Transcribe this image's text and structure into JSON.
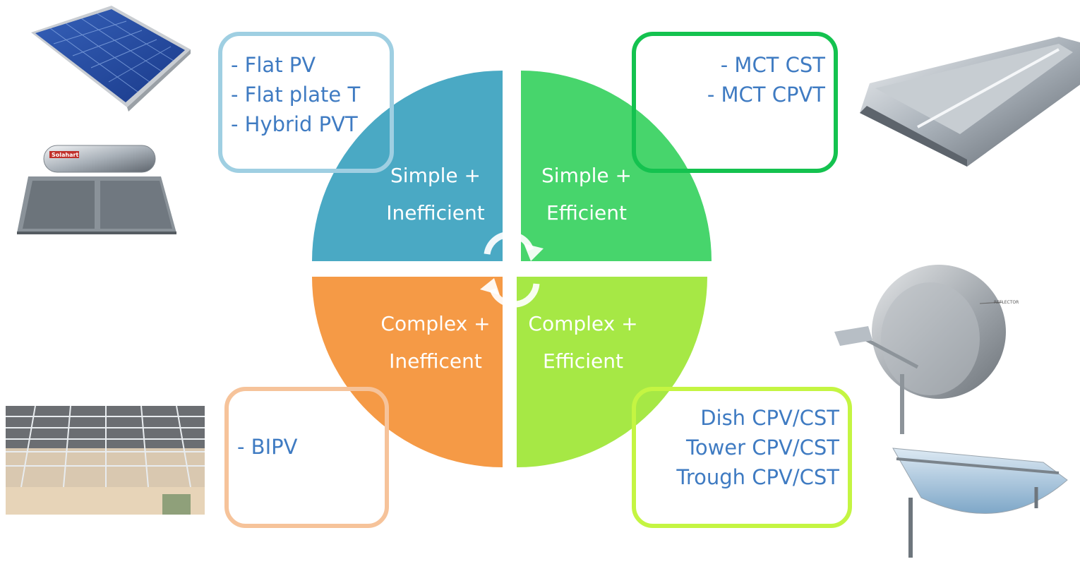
{
  "quadrants": {
    "top_left": {
      "line1": "Simple +",
      "line2": "Inefficient",
      "color": "#4aa9c4"
    },
    "top_right": {
      "line1": "Simple +",
      "line2": "Efficient",
      "color": "#47d56c"
    },
    "bottom_left": {
      "line1": "Complex +",
      "line2": "Inefficent",
      "color": "#f59a46"
    },
    "bottom_right": {
      "line1": "Complex +",
      "line2": "Efficient",
      "color": "#a6e845"
    }
  },
  "boxes": {
    "top_left": {
      "items": [
        "- Flat PV",
        "- Flat plate T",
        "- Hybrid PVT"
      ],
      "border_color": "#9fcfe2"
    },
    "top_right": {
      "items": [
        "- MCT CST",
        "- MCT CPVT"
      ],
      "border_color": "#14c24f"
    },
    "bottom_left": {
      "items": [
        "- BIPV"
      ],
      "border_color": "#f6c39a"
    },
    "bottom_right": {
      "items": [
        "Dish CPV/CST",
        "Tower CPV/CST",
        "Trough CPV/CST"
      ],
      "border_color": "#c4f542"
    }
  },
  "text_color": "#3f7bc2",
  "images": {
    "flat_pv": {
      "icon": "solar-panel"
    },
    "solar_water_heater": {
      "icon": "solar-water-heater",
      "brand_text": "Solahart"
    },
    "bipv_canopy": {
      "icon": "bipv-glass-canopy"
    },
    "mct_concentrator": {
      "icon": "linear-concentrator-trough"
    },
    "dish_concentrator": {
      "icon": "parabolic-dish",
      "callout_text": "REFLECTOR"
    },
    "trough_concentrator": {
      "icon": "parabolic-trough"
    }
  }
}
